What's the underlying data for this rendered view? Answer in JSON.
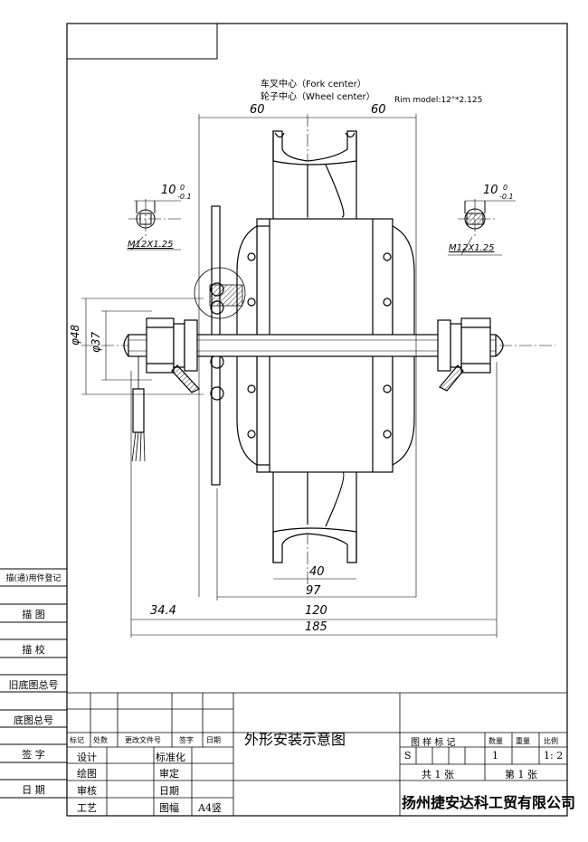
{
  "annotations": {
    "fork_center": "车叉中心（Fork center）",
    "wheel_center": "轮子中心（Wheel center）",
    "rim_model": "Rim model:12\"*2.125"
  },
  "dims": {
    "d60_left": "60",
    "d60_right": "60",
    "d40": "40",
    "d97": "97",
    "d120": "120",
    "d185": "185",
    "d34_4": "34.4",
    "phi48": "φ48",
    "phi37": "φ37",
    "tol_left_main": "10",
    "tol_left_upper": "0",
    "tol_left_lower": "-0.1",
    "tol_right_main": "10",
    "tol_right_upper": "0",
    "tol_right_lower": "-0.1",
    "thread_left": "M12X1.25",
    "thread_right": "M12X1.25"
  },
  "side_labels": {
    "reg": "描(通)用件登记",
    "trace": "描 图",
    "check": "描 校",
    "old_no": "旧底图总号",
    "base_no": "底图总号",
    "sign": "签 字",
    "date": "日 期"
  },
  "title_block": {
    "h_mark": "标记",
    "h_count": "处数",
    "h_doc": "更改文件号",
    "h_sign": "签字",
    "h_date": "日期",
    "design": "设计",
    "drawing": "绘图",
    "review": "审核",
    "process": "工艺",
    "standard": "标准化",
    "approve": "审定",
    "date": "日期",
    "sheet_size_label": "图幅",
    "sheet_size": "A4竖",
    "title": "外形安装示意图",
    "mark_label": "图 样 标 记",
    "qty_label": "数量",
    "weight_label": "重量",
    "scale_label": "比例",
    "mark_value": "S",
    "qty": "1",
    "scale": "1: 2",
    "total_sheets": "共 1 张",
    "sheet_no": "第 1 张",
    "company": "扬州捷安达科工贸有限公司"
  }
}
